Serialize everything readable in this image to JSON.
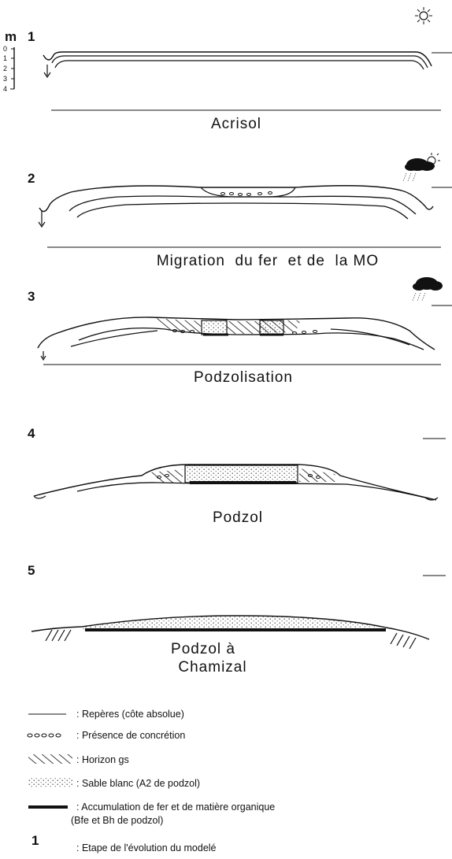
{
  "scale": {
    "unit": "m",
    "ticks": [
      "0",
      "1",
      "2",
      "3",
      "4"
    ]
  },
  "stages": [
    {
      "number": "1",
      "caption": "Acrisol"
    },
    {
      "number": "2",
      "caption": "Migration  du fer  et de  la MO"
    },
    {
      "number": "3",
      "caption": "Podzolisation"
    },
    {
      "number": "4",
      "caption": "Podzol"
    },
    {
      "number": "5",
      "caption_line1": "Podzol à",
      "caption_line2": "Chamizal"
    }
  ],
  "legend": {
    "items": [
      {
        "text": ": Repères (côte absolue)"
      },
      {
        "text": ": Présence de concrétion"
      },
      {
        "text": ": Horizon gs"
      },
      {
        "text": ": Sable blanc (A2 de podzol)"
      },
      {
        "text": ": Accumulation de fer et de matière organique",
        "text2": "(Bfe et Bh de podzol)"
      },
      {
        "symbol": "1",
        "text": ": Etape de l'évolution du modelé"
      }
    ]
  },
  "icons": {
    "weather_stage1": "sun-icon",
    "weather_stage2": "cloud-sun-rain-icon",
    "weather_stage3": "cloud-rain-icon"
  },
  "colors": {
    "ink": "#111111",
    "background": "#ffffff"
  }
}
